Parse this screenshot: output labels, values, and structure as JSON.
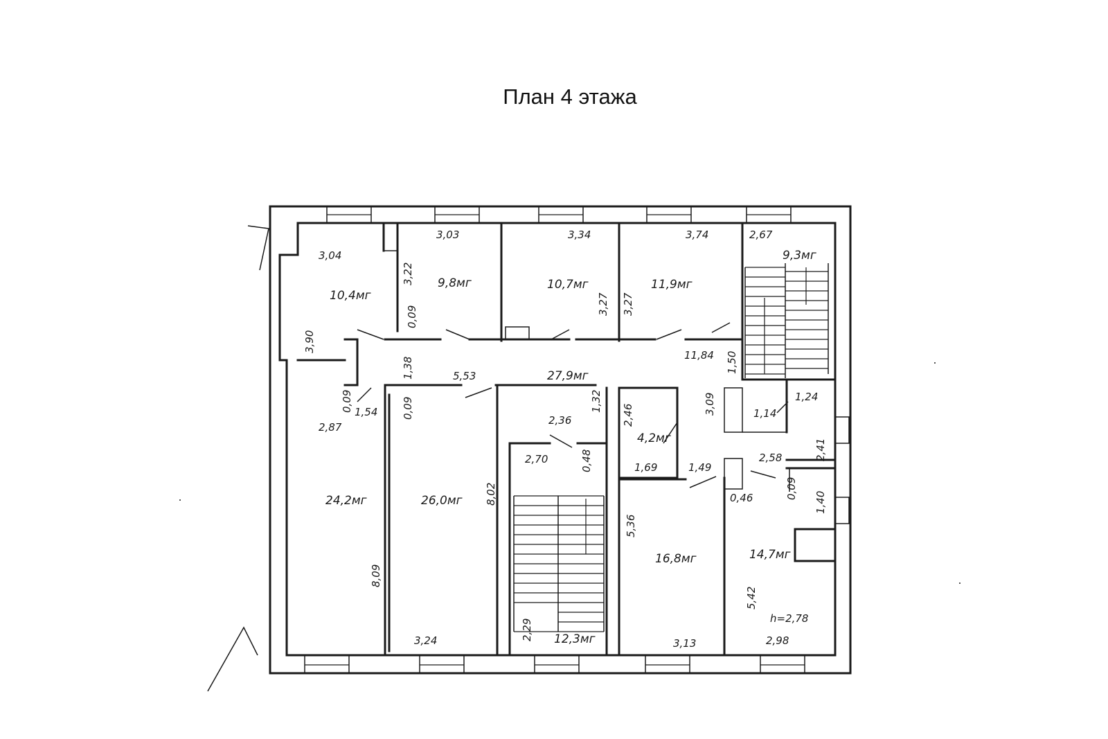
{
  "title": "План 4 этажа",
  "rooms": [
    {
      "id": "r1",
      "area": "10,4мг"
    },
    {
      "id": "r2",
      "area": "9,8мг"
    },
    {
      "id": "r3",
      "area": "10,7мг"
    },
    {
      "id": "r4",
      "area": "11,9мг"
    },
    {
      "id": "r5",
      "area": "9,3мг"
    },
    {
      "id": "r6",
      "area": "27,9мг"
    },
    {
      "id": "r7",
      "area": "24,2мг"
    },
    {
      "id": "r8",
      "area": "26,0мг"
    },
    {
      "id": "r9",
      "area": "4,2мг"
    },
    {
      "id": "r10",
      "area": "16,8мг"
    },
    {
      "id": "r11",
      "area": "14,7мг"
    },
    {
      "id": "r12",
      "area": "12,3мг"
    }
  ],
  "dimensions": [
    "3,04",
    "3,03",
    "3,34",
    "3,74",
    "2,67",
    "3,22",
    "0,09",
    "3,90",
    "3,27",
    "3,27",
    "11,84",
    "1,50",
    "5,53",
    "1,38",
    "1,32",
    "0,09",
    "1,54",
    "2,87",
    "0,09",
    "2,36",
    "2,46",
    "3,09",
    "1,14",
    "1,24",
    "2,41",
    "2,70",
    "0,48",
    "1,69",
    "1,49",
    "2,58",
    "0,46",
    "0,09",
    "1,40",
    "8,02",
    "5,36",
    "8,09",
    "3,24",
    "3,13",
    "5,42",
    "2,98",
    "2,29",
    "h=2,78"
  ]
}
